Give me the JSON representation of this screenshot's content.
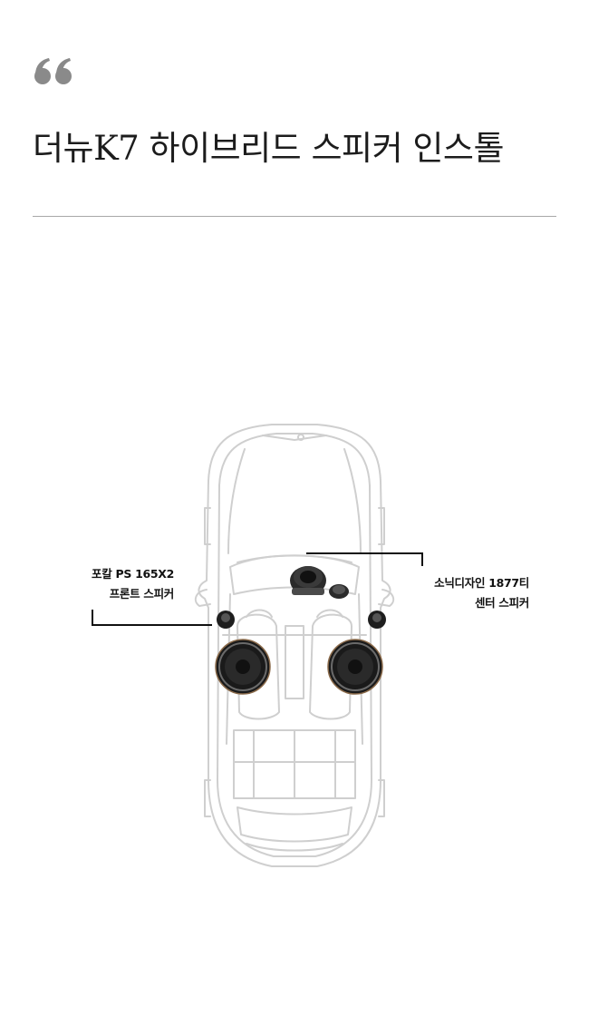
{
  "header": {
    "quote_icon": "double-quote-icon",
    "title": "더뉴K7 하이브리드 스피커 인스톨"
  },
  "diagram": {
    "car_icon": "car-topview-icon",
    "callouts": {
      "front": {
        "line1": "포칼 PS 165X2",
        "line2": "프론트 스피커"
      },
      "center": {
        "line1": "소닉디자인 1877티",
        "line2": "센터 스피커"
      }
    }
  },
  "colors": {
    "title": "#1c1c1c",
    "divider": "#a8a8a8",
    "car_outline": "#cfcfcf",
    "speaker_dark": "#1e1e1e",
    "leader_line": "#111111"
  }
}
